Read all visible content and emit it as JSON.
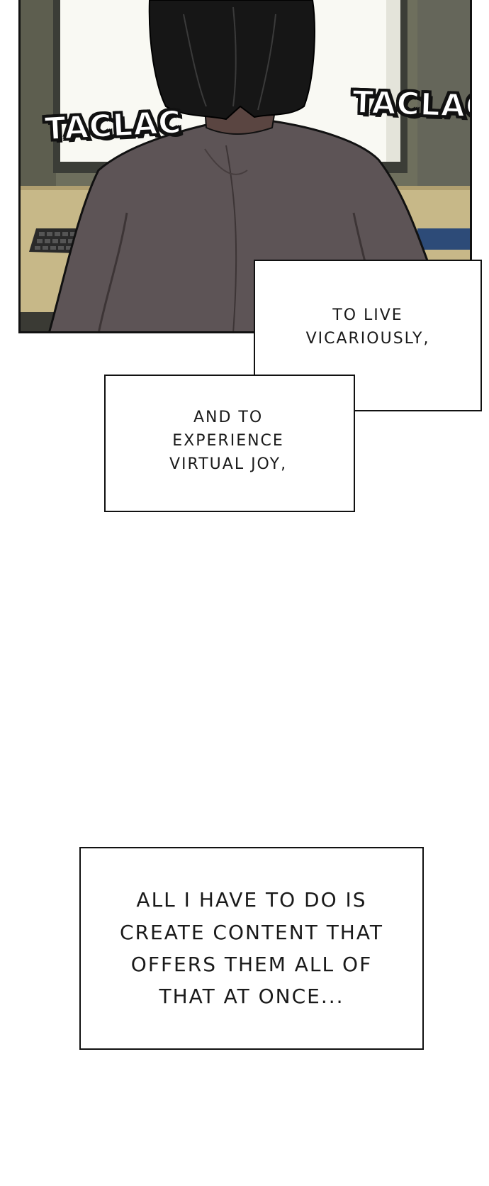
{
  "panel": {
    "sfx_left": "TACLAC",
    "sfx_right": "TACLAC",
    "colors": {
      "wall": "#6f6f5e",
      "monitor_glow": "#f8f8f2",
      "desk": "#c9b98a",
      "shirt": "#5f5556",
      "hair": "#161616"
    }
  },
  "captions": {
    "first": "TO LIVE\nVICARIOUSLY,",
    "second": "AND TO\nEXPERIENCE\nVIRTUAL JOY,",
    "third": "ALL I HAVE TO DO IS\nCREATE CONTENT THAT\nOFFERS THEM ALL OF\nTHAT AT ONCE..."
  }
}
